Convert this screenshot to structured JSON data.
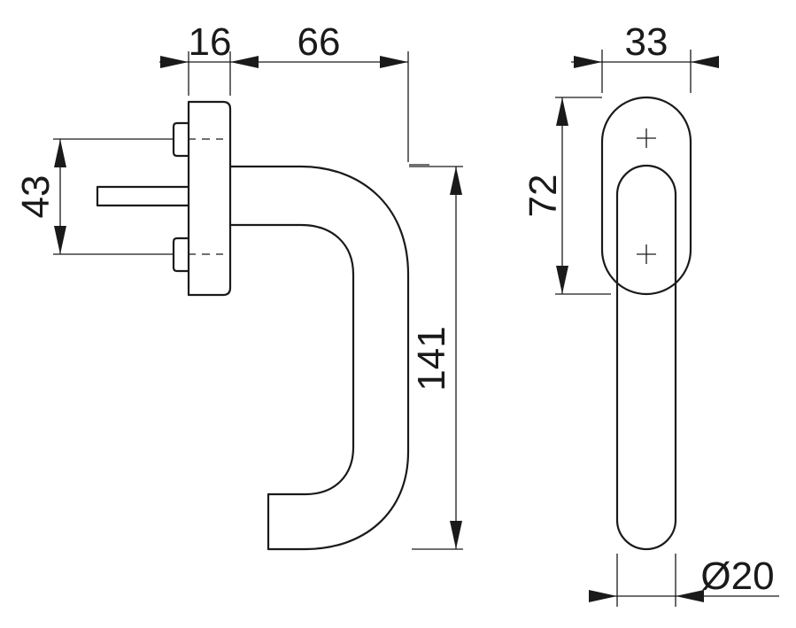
{
  "dimensions": {
    "rose_thickness": "16",
    "projection": "66",
    "screw_spacing": "43",
    "handle_length": "141",
    "rose_width": "33",
    "rose_height": "72",
    "lever_diameter": "Ø20"
  }
}
